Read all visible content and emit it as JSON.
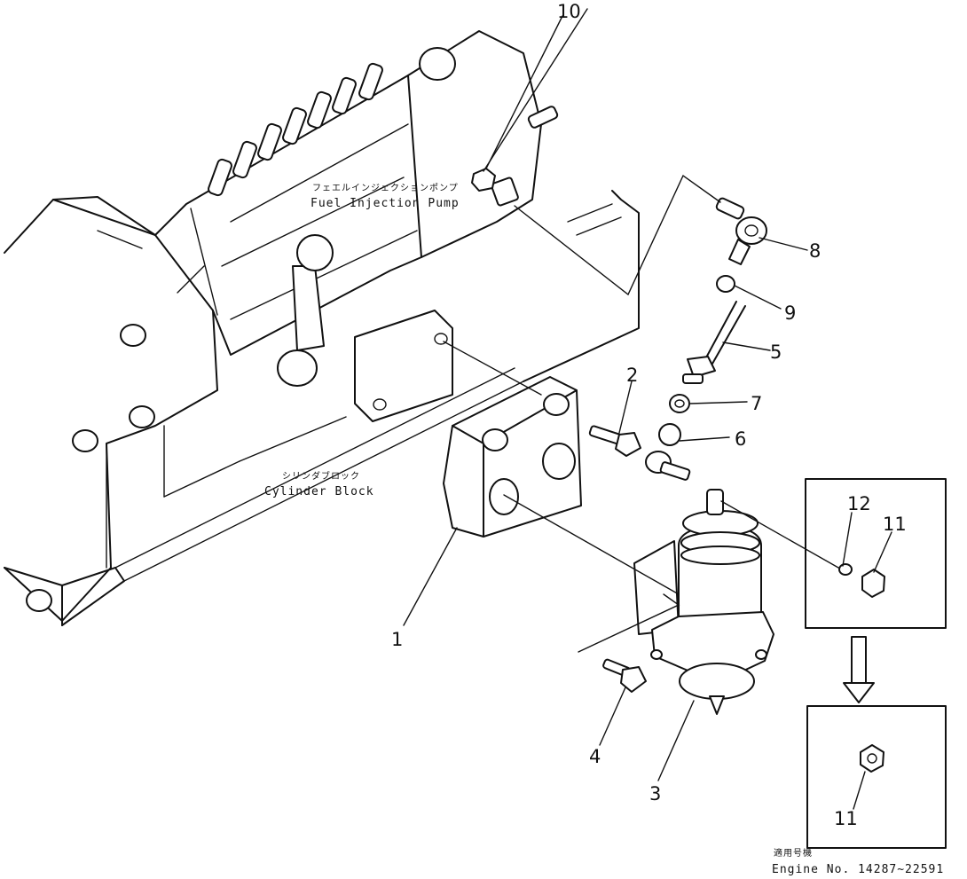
{
  "labels": {
    "fuel_pump_jp": "フェエルインジェクションポンプ",
    "fuel_pump_en": "Fuel Injection Pump",
    "cylinder_block_jp": "シリンダブロック",
    "cylinder_block_en": "Cylinder Block",
    "applicable_jp": "適用号機",
    "engine_no": "Engine No. 14287~22591"
  },
  "callouts": {
    "c1": "1",
    "c2": "2",
    "c3": "3",
    "c4": "4",
    "c5": "5",
    "c6": "6",
    "c7": "7",
    "c8": "8",
    "c9": "9",
    "c10": "10",
    "c11a": "11",
    "c11b": "11",
    "c12": "12"
  }
}
